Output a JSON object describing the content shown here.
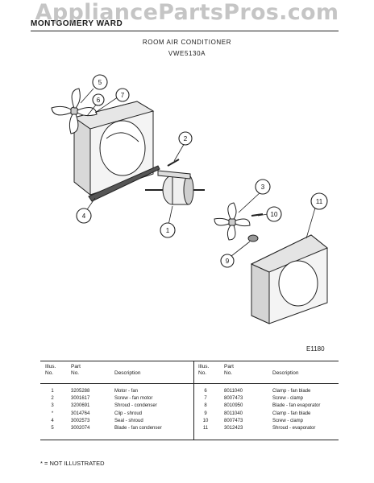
{
  "header": {
    "watermark": "AppliancePartsPros.com",
    "brand": "MONTGOMERY WARD",
    "title": "ROOM AIR CONDITIONER",
    "model": "VWE5130A"
  },
  "diagram": {
    "callouts": [
      "1",
      "2",
      "3",
      "4",
      "5",
      "6",
      "7",
      "9",
      "10",
      "11"
    ],
    "figure_code": "E1180"
  },
  "table": {
    "headers": {
      "illus_no_1": "Illus.",
      "illus_no_2": "No.",
      "part_no_1": "Part",
      "part_no_2": "No.",
      "description": "Description"
    },
    "left_rows": [
      {
        "illus": "1",
        "part": "3205288",
        "desc": "Motor - fan"
      },
      {
        "illus": "2",
        "part": "3001617",
        "desc": "Screw - fan motor"
      },
      {
        "illus": "3",
        "part": "3200691",
        "desc": "Shroud - condenser"
      },
      {
        "illus": "*",
        "part": "3014764",
        "desc": "Clip - shroud"
      },
      {
        "illus": "4",
        "part": "3002573",
        "desc": "Seal - shroud"
      },
      {
        "illus": "5",
        "part": "3002074",
        "desc": "Blade - fan condenser"
      }
    ],
    "right_rows": [
      {
        "illus": "6",
        "part": "8011040",
        "desc": "Clamp - fan blade"
      },
      {
        "illus": "7",
        "part": "8007473",
        "desc": "Screw - clamp"
      },
      {
        "illus": "8",
        "part": "8010950",
        "desc": "Blade - fan evaporator"
      },
      {
        "illus": "9",
        "part": "8011040",
        "desc": "Clamp - fan blade"
      },
      {
        "illus": "10",
        "part": "8007473",
        "desc": "Screw - clamp"
      },
      {
        "illus": "11",
        "part": "3012423",
        "desc": "Shroud - evaporator"
      }
    ]
  },
  "footnote": "* = NOT ILLUSTRATED"
}
